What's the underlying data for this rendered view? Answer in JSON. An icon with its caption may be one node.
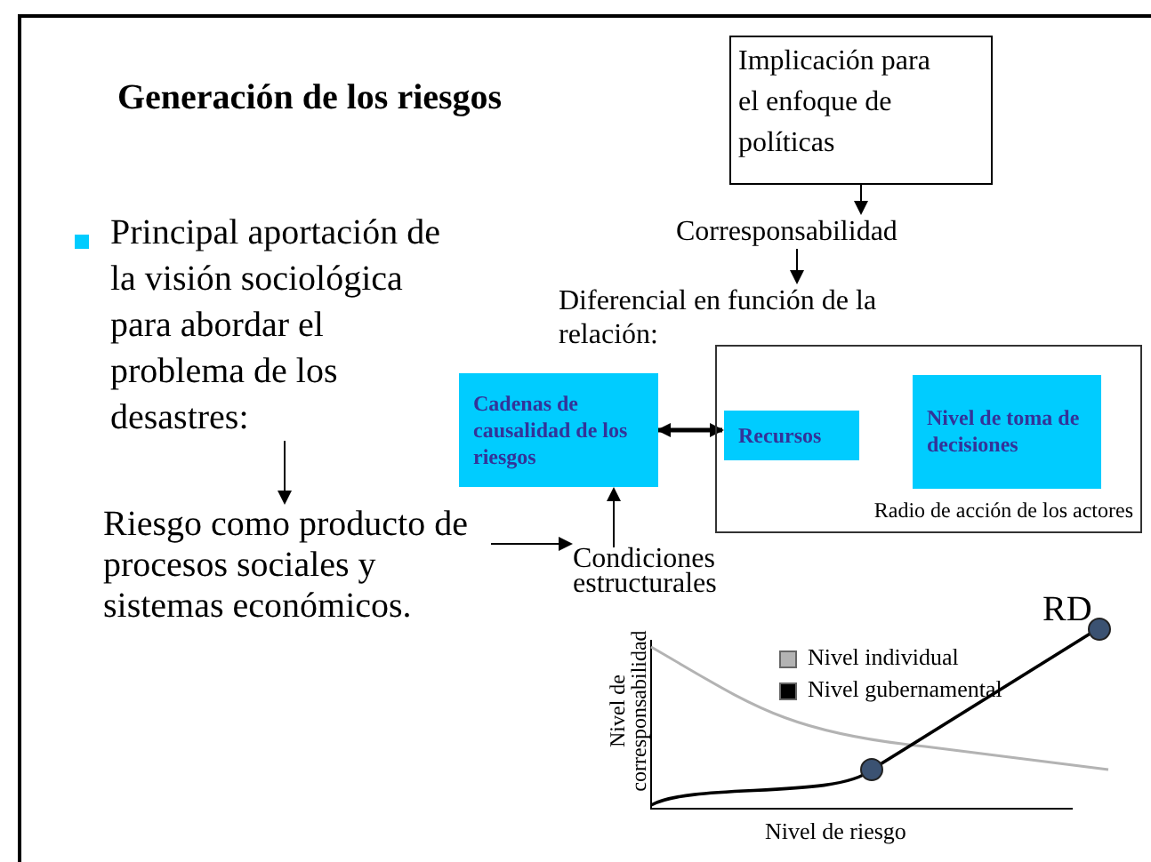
{
  "diagram": {
    "title": "Generación de los riesgos",
    "nodes": [
      {
        "text": [
          "Implicación para el enfoque de políticas"
        ]
      },
      {
        "text": [
          "Corresponsabilidad"
        ]
      },
      {
        "text": [
          "Diferencial en función de la relación:"
        ]
      },
      {
        "text": [
          "Principal aportación de la visión sociológica para abordar el problema de los desastres:"
        ]
      },
      {
        "text": [
          "Cadenas de causalidad de los riesgos"
        ]
      },
      {
        "text": [
          "Radio de acción de los actores"
        ]
      },
      {
        "text": [
          "Recursos"
        ],
        "in": 5
      },
      {
        "text": [
          "Nivel de toma de decisiones"
        ],
        "in": 5
      },
      {
        "text": [
          "Riesgo como producto de procesos sociales y sistemas económicos."
        ]
      },
      {
        "text": [
          "Condiciones estructurales"
        ]
      }
    ],
    "edges": [
      {
        "from": 0,
        "to": 1,
        "arrow": "to"
      },
      {
        "from": 1,
        "to": 2,
        "arrow": "to"
      },
      {
        "from": 3,
        "to": 8,
        "arrow": "to"
      },
      {
        "from": 8,
        "to": 9,
        "arrow": "to"
      },
      {
        "from": 9,
        "to": 4,
        "arrow": "to"
      },
      {
        "from": 4,
        "to": 6,
        "arrow": "both",
        "style": "thick"
      }
    ],
    "labels": [
      "RD",
      "Nivel de corresponsabilidad",
      "Nivel de riesgo"
    ],
    "legend": [
      {
        "text": "Nivel individual",
        "color": "#b3b3b3"
      },
      {
        "text": "Nivel gubernamental",
        "color": "#000000"
      }
    ]
  }
}
